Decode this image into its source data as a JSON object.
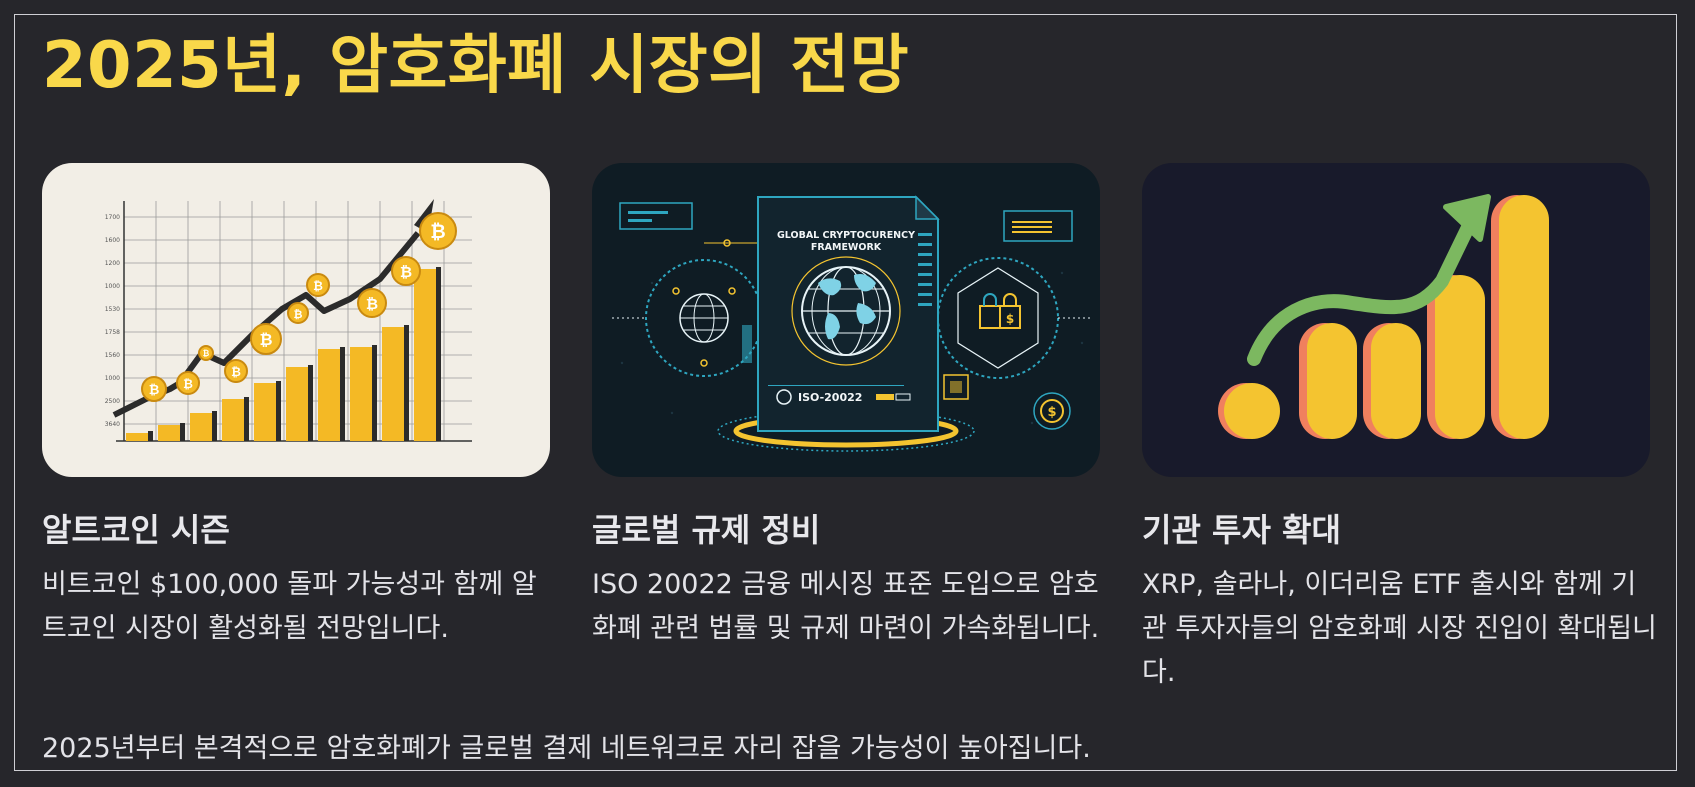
{
  "page": {
    "title": "2025년, 암호화폐 시장의 전망",
    "footer": "2025년부터 본격적으로 암호화폐가 글로벌 결제 네트워크로 자리 잡을 가능성이 높아집니다."
  },
  "cards": [
    {
      "image": "bitcoin-growth-bar-chart-illustration",
      "title": "알트코인 시즌",
      "text": "비트코인 $100,000 돌파 가능성과 함께 알트코인 시장이 활성화될 전망입니다.",
      "image_ticks": [
        "1700",
        "1600",
        "1200",
        "1000",
        "1530",
        "1758",
        "1560",
        "1000",
        "2500",
        "3640"
      ]
    },
    {
      "image": "global-crypto-framework-document-illustration",
      "title": "글로벌 규제 정비",
      "text": "ISO 20022 금융 메시징 표준 도입으로 암호화폐 관련 법률 및 규제 마련이 가속화됩니다.",
      "image_heading": "GLOBAL CRYPTOCURENCY FRAMEWORK",
      "image_label": "ISO-20022"
    },
    {
      "image": "rising-bars-arrow-illustration",
      "title": "기관 투자 확대",
      "text": "XRP, 솔라나, 이더리움 ETF 출시와 함께 기관 투자자들의 암호화폐 시장 진입이 확대됩니다."
    }
  ],
  "colors": {
    "background": "#26262b",
    "accent_yellow": "#f9d84a",
    "text": "#e3e3e8",
    "bar_orange": "#f4b925",
    "arrow_green": "#7cb860",
    "bar_salmon": "#f0805e"
  }
}
